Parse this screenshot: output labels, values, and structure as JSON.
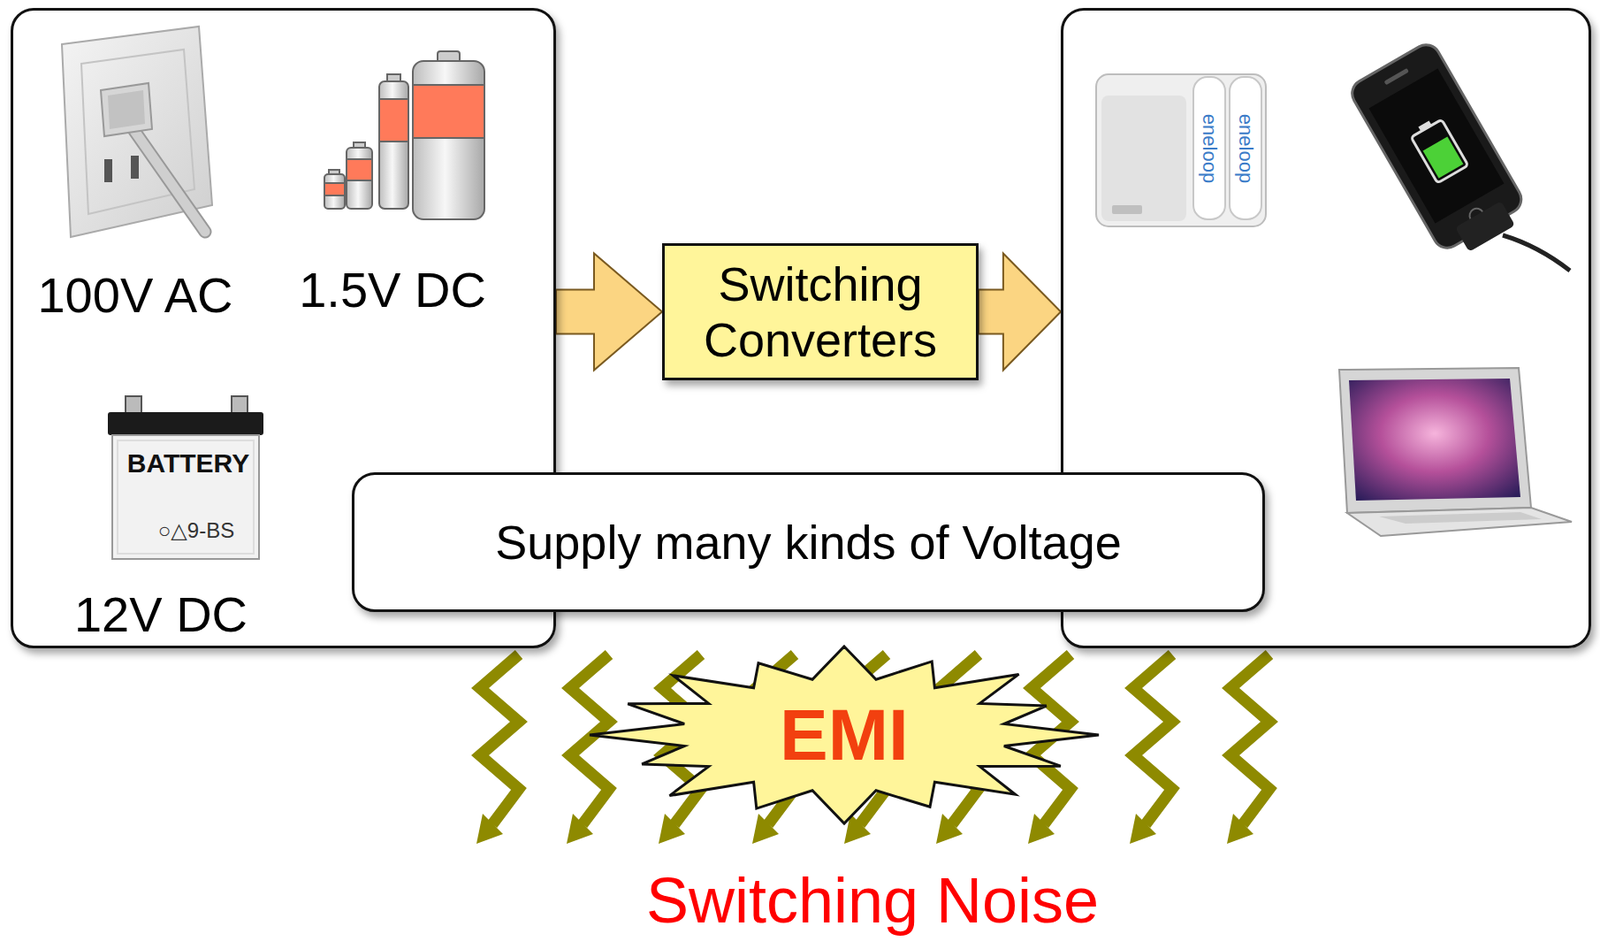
{
  "diagram": {
    "nodes": [
      {
        "text": [
          "100V AC",
          "1.5V DC",
          "12V DC"
        ]
      },
      {
        "text": [
          "Switching Converters"
        ]
      },
      {
        "text": []
      },
      {
        "text": [
          "Supply many kinds of Voltage"
        ]
      },
      {
        "text": [
          "EMI"
        ]
      }
    ],
    "edges": [
      {
        "from": 0,
        "to": 1,
        "arrow": "to"
      },
      {
        "from": 1,
        "to": 2,
        "arrow": "to"
      }
    ],
    "labels": [
      "BATTERY",
      "○△9-BS",
      "eneloop",
      "eneloop",
      "Switching Noise"
    ]
  }
}
